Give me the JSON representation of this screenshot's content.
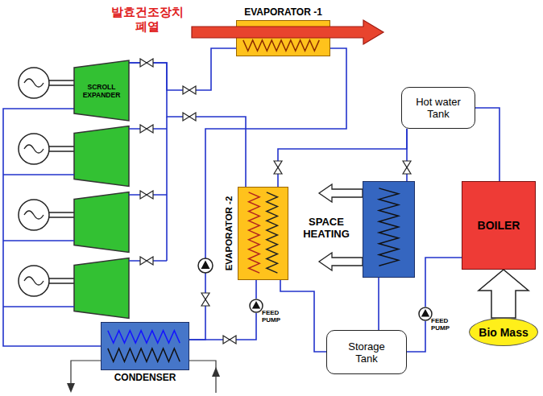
{
  "diagram": {
    "nodes": [
      {
        "text": [
          "EVAPORATOR -1"
        ]
      },
      {
        "text": [
          "SCROLL EXPANDER"
        ]
      },
      {
        "text": [
          "EVAPORATOR -2"
        ]
      },
      {
        "text": [
          "SPACE HEATING"
        ]
      },
      {
        "text": [
          "Hot water Tank"
        ]
      },
      {
        "text": [
          "BOILER"
        ]
      },
      {
        "text": [
          "FEED PUMP"
        ]
      },
      {
        "text": [
          "CONDENSER"
        ]
      },
      {
        "text": [
          "Storage Tank"
        ]
      },
      {
        "text": [
          "FEED PUMP"
        ]
      },
      {
        "text": [
          "Bio Mass"
        ]
      }
    ],
    "edges": [
      {
        "from": 0,
        "to": 1,
        "arrow": "none"
      },
      {
        "from": 1,
        "to": 7,
        "arrow": "none"
      },
      {
        "from": 7,
        "to": 6,
        "arrow": "none"
      },
      {
        "from": 6,
        "to": 2,
        "arrow": "none"
      },
      {
        "from": 2,
        "to": 1,
        "arrow": "none"
      },
      {
        "from": 7,
        "to": 0,
        "arrow": "none"
      },
      {
        "from": 4,
        "to": 2,
        "arrow": "none"
      },
      {
        "from": 4,
        "to": 3,
        "arrow": "none"
      },
      {
        "from": 2,
        "to": 8,
        "arrow": "none"
      },
      {
        "from": 3,
        "to": 8,
        "arrow": "none"
      },
      {
        "from": 8,
        "to": 9,
        "arrow": "none"
      },
      {
        "from": 9,
        "to": 5,
        "arrow": "none"
      },
      {
        "from": 5,
        "to": 4,
        "arrow": "none"
      },
      {
        "from": 10,
        "to": 5,
        "arrow": "to"
      }
    ],
    "labels": [
      "발효건조장치 폐열"
    ]
  }
}
